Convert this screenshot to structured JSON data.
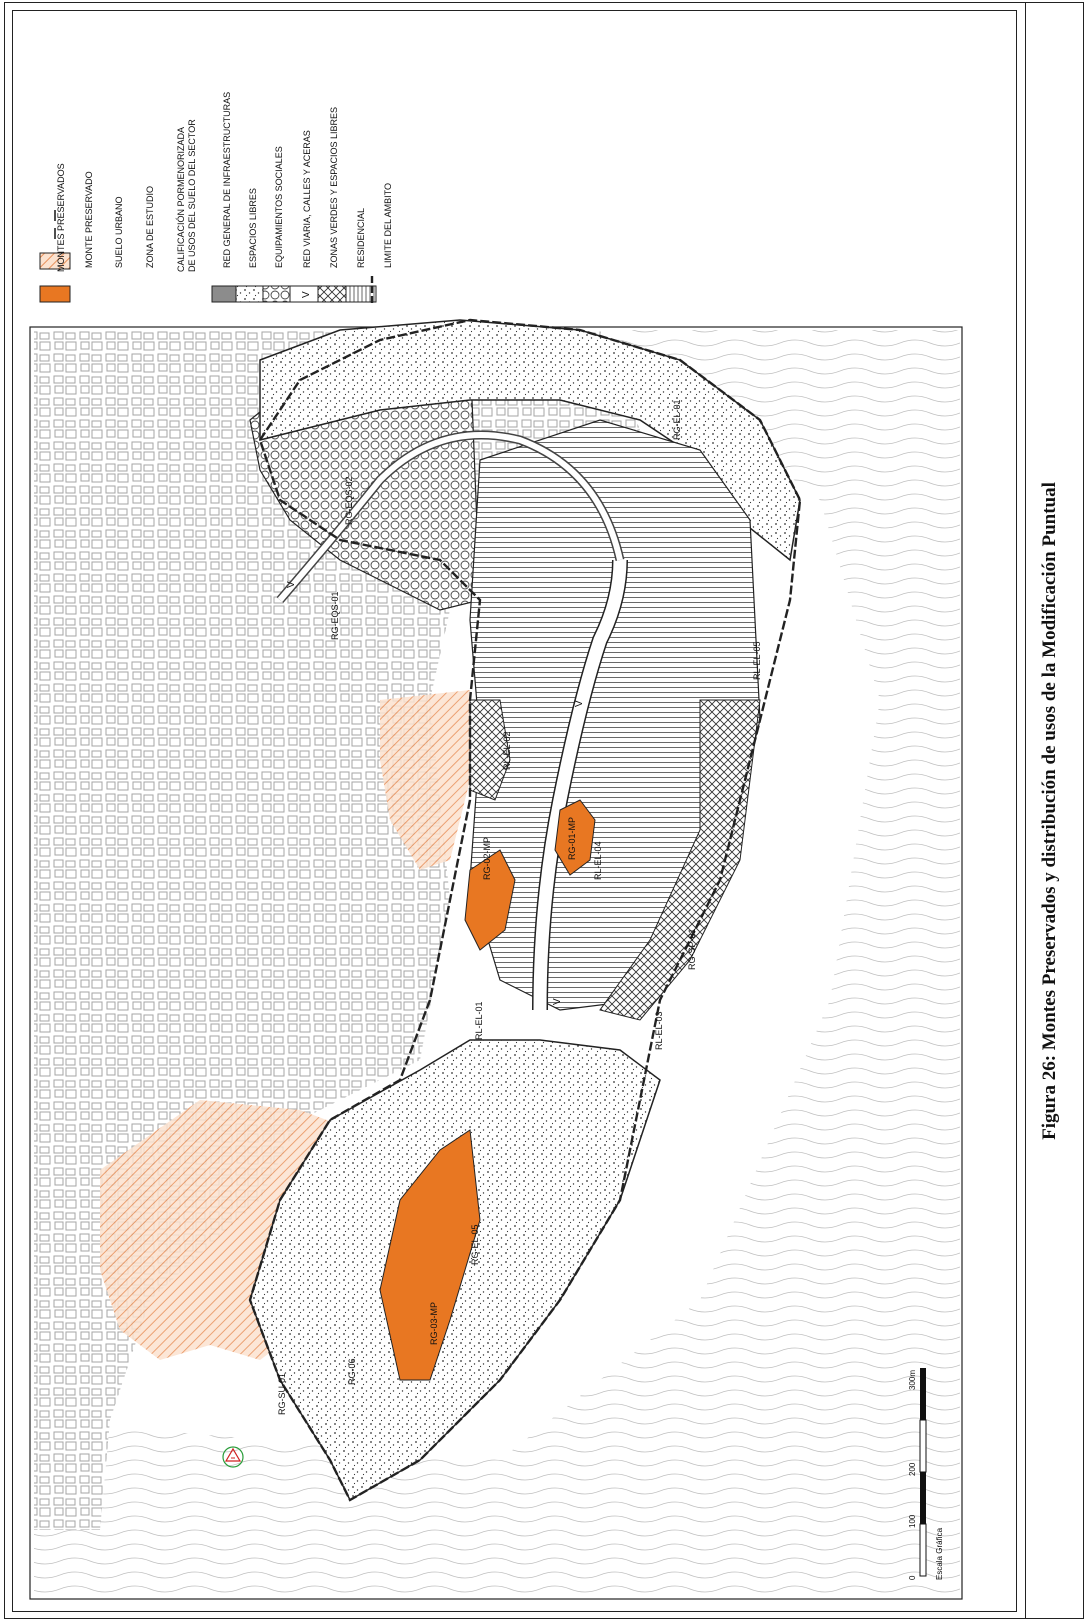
{
  "caption": "Figura 26: Montes Preservados y distribución de usos de la Modificación Puntual",
  "legend": {
    "heading_1": "MONTES PRESERVADOS",
    "monte_preservado": "MONTE PRESERVADO",
    "suelo_urbano": "SUELO URBANO",
    "zona_estudio": "ZONA DE ESTUDIO",
    "heading_2_line1": "CALIFICACIÓN PORMENORIZADA",
    "heading_2_line2": "DE USOS DEL SUELO DEL SECTOR",
    "red_general": "RED GENERAL DE INFRAESTRUCTURAS",
    "espacios_libres": "ESPACIOS LIBRES",
    "equipamientos": "EQUIPAMIENTOS SOCIALES",
    "red_viaria": "RED VIARIA, CALLES Y ACERAS",
    "red_viaria_symbol": "V",
    "zonas_verdes": "ZONAS VERDES Y ESPACIOS LIBRES",
    "residencial": "RESIDENCIAL",
    "limite": "LIMITE DEL AMBITO"
  },
  "scale": {
    "title": "Escala Gráfica",
    "ticks": [
      "0",
      "100",
      "200",
      "300m"
    ]
  },
  "map_labels": [
    {
      "id": "rg-su-01",
      "text": "RG-SU-01"
    },
    {
      "id": "rg-06",
      "text": "RG-06"
    },
    {
      "id": "rg-03-mp",
      "text": "RG-03-MP"
    },
    {
      "id": "rg-el-05",
      "text": "RG-EL-05"
    },
    {
      "id": "rl-el-01",
      "text": "RL-EL-01"
    },
    {
      "id": "rl-el-03",
      "text": "RL-EL-03"
    },
    {
      "id": "rg-sp-01",
      "text": "RG-SP-01"
    },
    {
      "id": "rg-01-mp",
      "text": "RG-01-MP"
    },
    {
      "id": "rl-el-04",
      "text": "RL-EL-04"
    },
    {
      "id": "rg-02-mp",
      "text": "RG-02-MP"
    },
    {
      "id": "rl-el-02",
      "text": "RL-EL-02"
    },
    {
      "id": "rl-el-05",
      "text": "RL-EL-05"
    },
    {
      "id": "rg-eqs-01",
      "text": "RG-EQS-01"
    },
    {
      "id": "rg-eqs-02",
      "text": "RG-EQS-02"
    },
    {
      "id": "rg-el-01",
      "text": "RG-EL-01"
    }
  ],
  "road_symbol": "V",
  "colors": {
    "monte_preservado": "#e87722",
    "suelo_urbano": "#f2a26b",
    "red_general": "#8c8c8c",
    "lines": "#222222",
    "base_map": "#9a9a9a"
  },
  "icons": [
    "north-arrow-icon"
  ]
}
